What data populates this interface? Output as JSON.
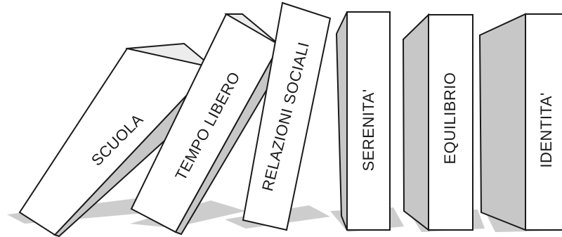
{
  "colors": {
    "background": "#ffffff",
    "face": "#ffffff",
    "side": "#c7c7c7",
    "side_dark": "#b5b5b5",
    "top": "#ececec",
    "outline": "#1a1a1a",
    "shadow": "#c4c4c4",
    "text": "#1a1a1a"
  },
  "blocks": [
    {
      "id": "scuola",
      "label": "SCUOLA"
    },
    {
      "id": "tempo-libero",
      "label": "TEMPO LIBERO"
    },
    {
      "id": "relazioni-sociali",
      "label": "RELAZIONI SOCIALI"
    },
    {
      "id": "serenita",
      "label": "SERENITA'"
    },
    {
      "id": "equilibrio",
      "label": "EQUILIBRIO"
    },
    {
      "id": "identita",
      "label": "IDENTITA'"
    }
  ]
}
